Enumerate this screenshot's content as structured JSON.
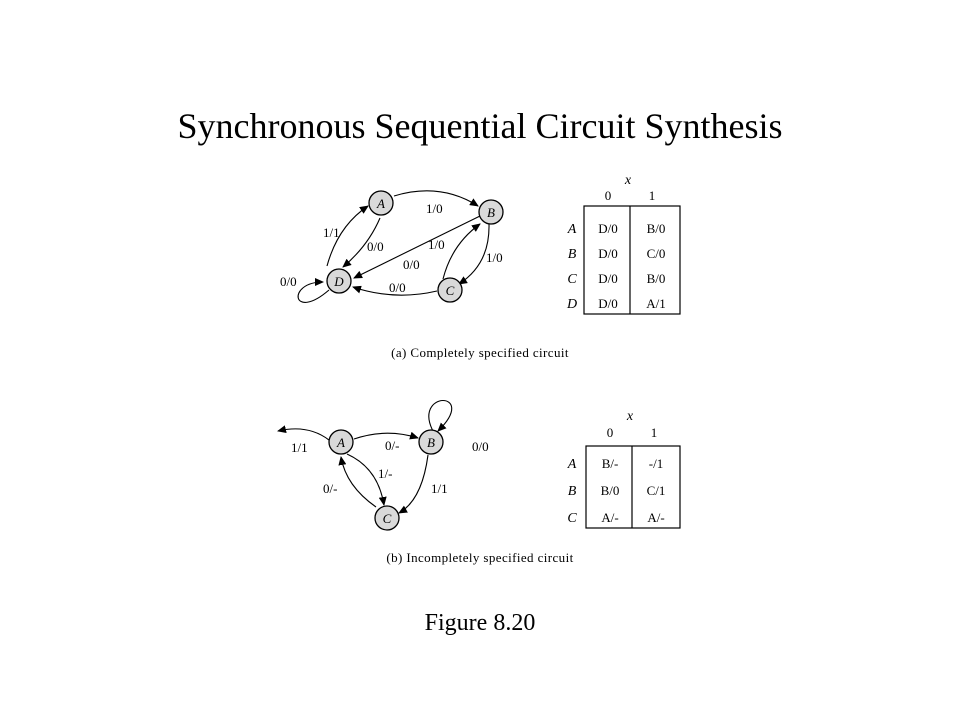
{
  "title": "Synchronous Sequential Circuit Synthesis",
  "figure_label": "Figure 8.20",
  "diagram_a": {
    "caption": "(a) Completely specified circuit",
    "nodes": [
      "A",
      "B",
      "C",
      "D"
    ],
    "edge_labels": {
      "a_b": "1/0",
      "a_d": "0/0",
      "d_a": "1/1",
      "b_d": "0/0",
      "d_b": "1/0",
      "b_c": "1/0",
      "c_d": "0/0",
      "d_self": "0/0"
    },
    "table": {
      "input_var": "x",
      "columns": [
        "0",
        "1"
      ],
      "rows": [
        {
          "state": "A",
          "cells": [
            "D/0",
            "B/0"
          ]
        },
        {
          "state": "B",
          "cells": [
            "D/0",
            "C/0"
          ]
        },
        {
          "state": "C",
          "cells": [
            "D/0",
            "B/0"
          ]
        },
        {
          "state": "D",
          "cells": [
            "D/0",
            "A/1"
          ]
        }
      ]
    }
  },
  "diagram_b": {
    "caption": "(b) Incompletely specified circuit",
    "nodes": [
      "A",
      "B",
      "C"
    ],
    "edge_labels": {
      "a_out": "1/1",
      "a_b": "0/-",
      "b_self": "0/0",
      "c_a": "0/-",
      "a_c": "1/-",
      "b_c": "1/1"
    },
    "table": {
      "input_var": "x",
      "columns": [
        "0",
        "1"
      ],
      "rows": [
        {
          "state": "A",
          "cells": [
            "B/-",
            "-/1"
          ]
        },
        {
          "state": "B",
          "cells": [
            "B/0",
            "C/1"
          ]
        },
        {
          "state": "C",
          "cells": [
            "A/-",
            "A/-"
          ]
        }
      ]
    }
  }
}
